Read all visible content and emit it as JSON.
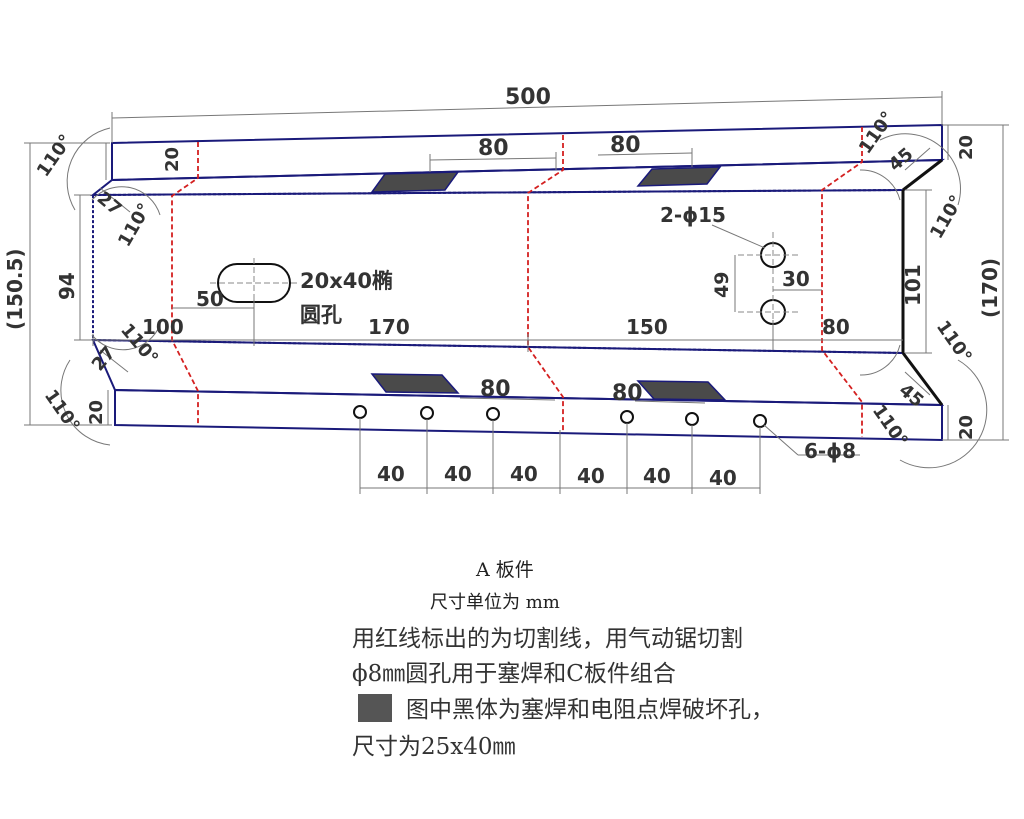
{
  "drawing": {
    "dims": {
      "overall_length": "500",
      "overall_height_left": "(150.5)",
      "overall_height_right": "(170)",
      "inner_height_left": "94",
      "inner_height_right": "101",
      "flange": "20",
      "chamfer": "27",
      "chamfer_right": "45",
      "angle": "110°",
      "spacing_80": "80",
      "holes_label": "2-ϕ15",
      "hole_gap": "49",
      "hole_offset": "30",
      "slot_label_1": "20x40椭",
      "slot_label_2": "圆孔",
      "slot_offset": "50",
      "seg_100": "100",
      "seg_170": "170",
      "seg_150": "150",
      "seg_80": "80",
      "pitch_40": "40",
      "small_holes_label": "6-ϕ8"
    }
  },
  "notes": {
    "title": "A 板件",
    "units": "尺寸单位为 mm",
    "line1": "用红线标出的为切割线，用气动锯切割",
    "line2": "ϕ8㎜圆孔用于塞焊和C板件组合",
    "line3": "图中黑体为塞焊和电阻点焊破坏孔，",
    "line4": "尺寸为25x40㎜"
  },
  "colors": {
    "outline": "#1a1a7a",
    "cut_line": "#d42020",
    "weld_fill": "#4a4a4a",
    "dimension": "#777777",
    "text": "#333333"
  }
}
